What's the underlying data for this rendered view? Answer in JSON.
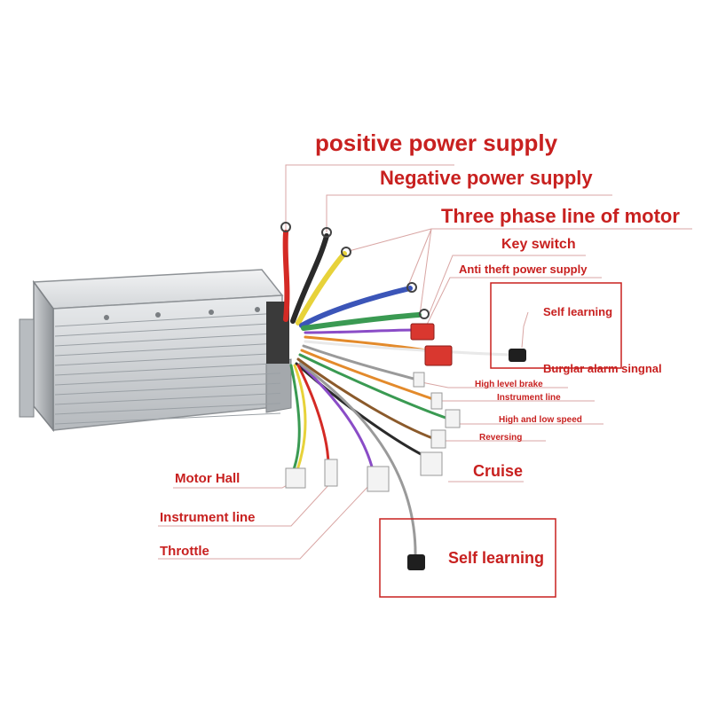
{
  "labels": {
    "positive_power_supply": "positive power supply",
    "negative_power_supply": "Negative power supply",
    "three_phase_line": "Three phase line of motor",
    "key_switch": "Key switch",
    "anti_theft_power_supply": "Anti theft power supply",
    "self_learning_top": "Self learning",
    "burglar_alarm_signal": "Burglar alarm singnal",
    "high_level_brake": "High level brake",
    "instrument_line_right": "Instrument line",
    "high_and_low_speed": "High and low speed",
    "reversing": "Reversing",
    "cruise": "Cruise",
    "motor_hall": "Motor Hall",
    "instrument_line_left": "Instrument line",
    "throttle": "Throttle",
    "self_learning_bottom": "Self learning"
  },
  "colors": {
    "label_red": "#c8201f",
    "leader_line": "#d9a6a4",
    "box_border": "#c8201f",
    "housing_light": "#e6e8ea",
    "housing_dark": "#9ea2a6",
    "wire_red": "#d42a25",
    "wire_black": "#2a2a2a",
    "wire_yellow": "#e7d23a",
    "wire_blue": "#3b55b8",
    "wire_green": "#3a9a52",
    "wire_purple": "#8a4cc7",
    "wire_orange": "#e38a2b",
    "wire_white": "#e9e9e9",
    "wire_gray": "#9a9a9a",
    "wire_brown": "#8b5a2b",
    "connector_red": "#d9372f",
    "connector_white": "#f3f3f3"
  },
  "components": {
    "controller": "controller-housing",
    "terminals": [
      "ring-terminal",
      "ring-terminal",
      "ring-terminal",
      "ring-terminal",
      "ring-terminal"
    ],
    "connectors": [
      "red-connector",
      "red-connector",
      "white-connector",
      "white-connector",
      "white-connector",
      "black-connector"
    ]
  }
}
